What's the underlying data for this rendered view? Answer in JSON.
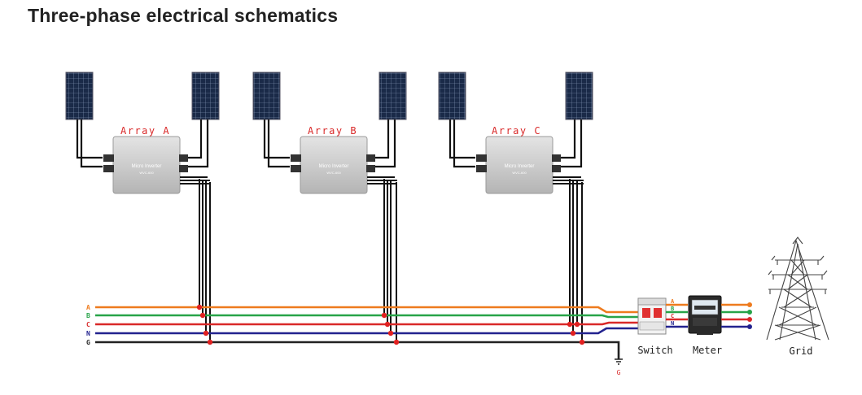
{
  "title": "Three-phase electrical schematics",
  "arrays": [
    {
      "label": "Array A"
    },
    {
      "label": "Array B"
    },
    {
      "label": "Array C"
    }
  ],
  "inverter": {
    "name": "Micro Inverter",
    "model": "WVC-600"
  },
  "lines": [
    {
      "label": "A",
      "color": "#ee7b1e"
    },
    {
      "label": "B",
      "color": "#27a348"
    },
    {
      "label": "C",
      "color": "#d92929"
    },
    {
      "label": "N",
      "color": "#23238f"
    },
    {
      "label": "G",
      "color": "#222222"
    }
  ],
  "ground_label": "G",
  "labels": {
    "switch": "Switch",
    "meter": "Meter",
    "grid": "Grid"
  },
  "colors": {
    "array_label": "#d92929",
    "panel": "#1a2a48",
    "inverter": "#c9c9c9"
  }
}
